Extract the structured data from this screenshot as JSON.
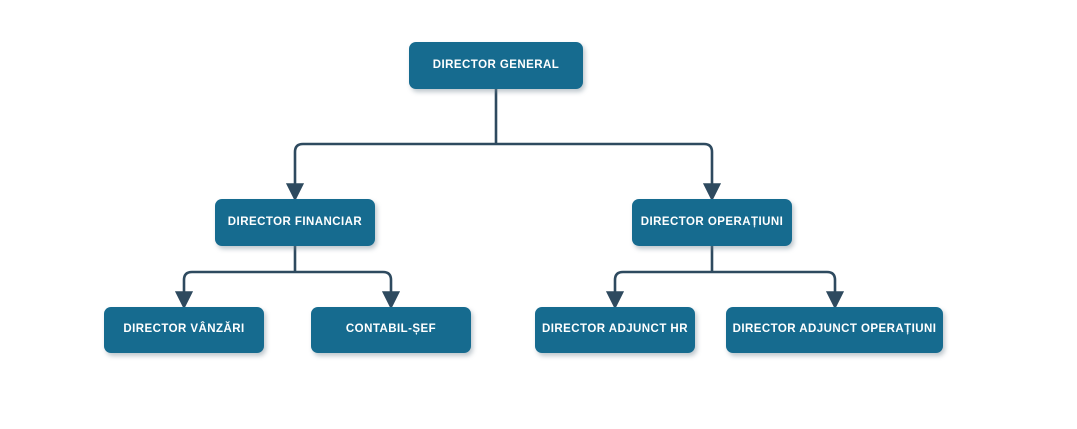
{
  "chart_data": {
    "type": "diagram",
    "diagram_type": "organizational-chart",
    "title": "",
    "orientation": "top-down",
    "levels": 3,
    "node_fill_color": "#166b8f",
    "node_text_color": "#ffffff",
    "connector_color": "#2e4a5f",
    "background_color": "#ffffff",
    "nodes": [
      {
        "id": "director-general",
        "label": "DIRECTOR GENERAL",
        "level": 1,
        "parent": null
      },
      {
        "id": "director-financiar",
        "label": "DIRECTOR FINANCIAR",
        "level": 2,
        "parent": "director-general"
      },
      {
        "id": "director-operatiuni",
        "label": "DIRECTOR OPERAȚIUNI",
        "level": 2,
        "parent": "director-general"
      },
      {
        "id": "director-vanzari",
        "label": "DIRECTOR VÂNZĂRI",
        "level": 3,
        "parent": "director-financiar"
      },
      {
        "id": "contabil-sef",
        "label": "CONTABIL-ȘEF",
        "level": 3,
        "parent": "director-financiar"
      },
      {
        "id": "director-adjunct-hr",
        "label": "DIRECTOR ADJUNCT HR",
        "level": 3,
        "parent": "director-operatiuni"
      },
      {
        "id": "director-adjunct-operatiuni",
        "label": "DIRECTOR ADJUNCT OPERAȚIUNI",
        "level": 3,
        "parent": "director-operatiuni"
      }
    ],
    "edges": [
      {
        "from": "director-general",
        "to": "director-financiar",
        "style": "elbow",
        "arrow": "end"
      },
      {
        "from": "director-general",
        "to": "director-operatiuni",
        "style": "elbow",
        "arrow": "end"
      },
      {
        "from": "director-financiar",
        "to": "director-vanzari",
        "style": "elbow",
        "arrow": "end"
      },
      {
        "from": "director-financiar",
        "to": "contabil-sef",
        "style": "elbow",
        "arrow": "end"
      },
      {
        "from": "director-operatiuni",
        "to": "director-adjunct-hr",
        "style": "elbow",
        "arrow": "end"
      },
      {
        "from": "director-operatiuni",
        "to": "director-adjunct-operatiuni",
        "style": "elbow",
        "arrow": "end"
      }
    ]
  },
  "nodes": {
    "director_general": "DIRECTOR GENERAL",
    "director_financiar": "DIRECTOR FINANCIAR",
    "director_operatiuni": "DIRECTOR OPERAȚIUNI",
    "director_vanzari": "DIRECTOR VÂNZĂRI",
    "contabil_sef": "CONTABIL-ȘEF",
    "director_adjunct_hr": "DIRECTOR ADJUNCT HR",
    "director_adjunct_operatiuni": "DIRECTOR ADJUNCT OPERAȚIUNI"
  }
}
